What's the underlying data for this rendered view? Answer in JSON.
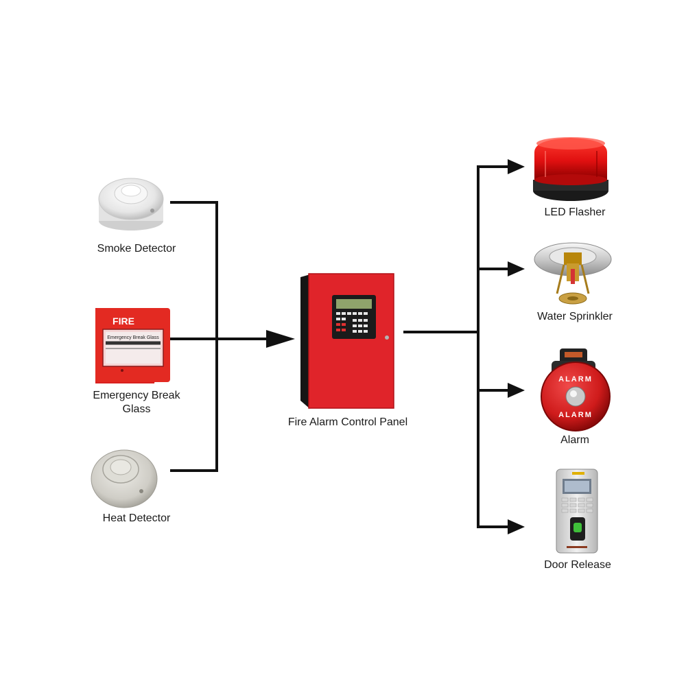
{
  "inputs": {
    "smoke_detector": "Smoke Detector",
    "break_glass_line1": "Emergency Break",
    "break_glass_line2": "Glass",
    "break_glass_header": "FIRE",
    "break_glass_sign": "Emergency Break Glass",
    "heat_detector": "Heat Detector"
  },
  "panel": {
    "label": "Fire Alarm Control Panel"
  },
  "outputs": {
    "led_flasher": "LED Flasher",
    "water_sprinkler": "Water Sprinkler",
    "alarm": "Alarm",
    "alarm_bell_text_top": "ALARM",
    "alarm_bell_text_bottom": "ALARM",
    "door_release": "Door Release"
  },
  "colors": {
    "connector": "#111111",
    "panel_red": "#e02424",
    "alarm_red": "#d0161b",
    "device_white": "#f2f2f2"
  }
}
